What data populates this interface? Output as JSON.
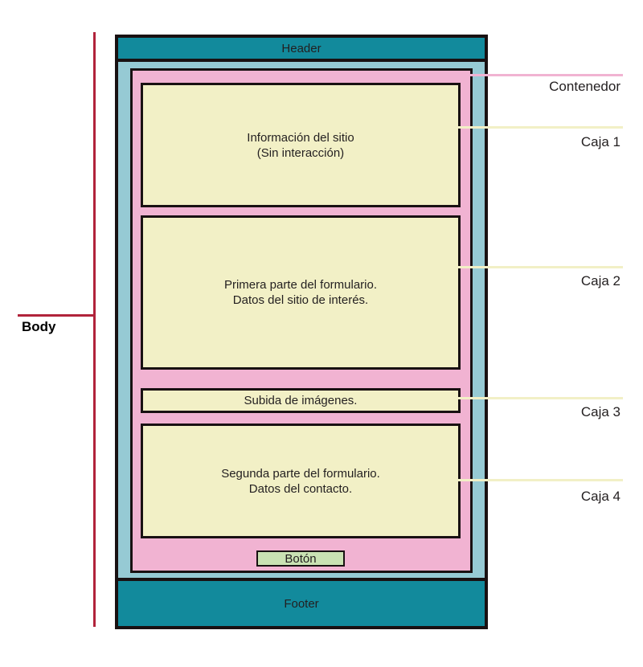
{
  "figure": {
    "body_label": "Body",
    "wireframe": {
      "header_label": "Header",
      "footer_label": "Footer",
      "button_label": "Botón",
      "boxes": [
        {
          "label": "Caja 1",
          "lines": [
            "Información del sitio",
            "(Sin interacción)"
          ]
        },
        {
          "label": "Caja 2",
          "lines": [
            "Primera parte del formulario.",
            "Datos del sitio de interés."
          ]
        },
        {
          "label": "Caja 3",
          "lines": [
            "Subida de imágenes."
          ]
        },
        {
          "label": "Caja 4",
          "lines": [
            "Segunda parte del formulario.",
            "Datos del contacto."
          ]
        }
      ]
    },
    "callouts": [
      {
        "label": "Contenedor",
        "line_color": "#f1b3d2"
      },
      {
        "label": "Caja 1",
        "line_color": "#f2f0c6"
      },
      {
        "label": "Caja 2",
        "line_color": "#f2f0c6"
      },
      {
        "label": "Caja 3",
        "line_color": "#f2f0c6"
      },
      {
        "label": "Caja 4",
        "line_color": "#f2f0c6"
      }
    ]
  },
  "colors": {
    "teal": "#128a9c",
    "light_blue": "#96cad4",
    "pink": "#f1b3d2",
    "yellow": "#f2f0c6",
    "green": "#c9e2b3",
    "red": "#b1233b",
    "border_black": "#191112",
    "text_dark": "#231f20"
  }
}
